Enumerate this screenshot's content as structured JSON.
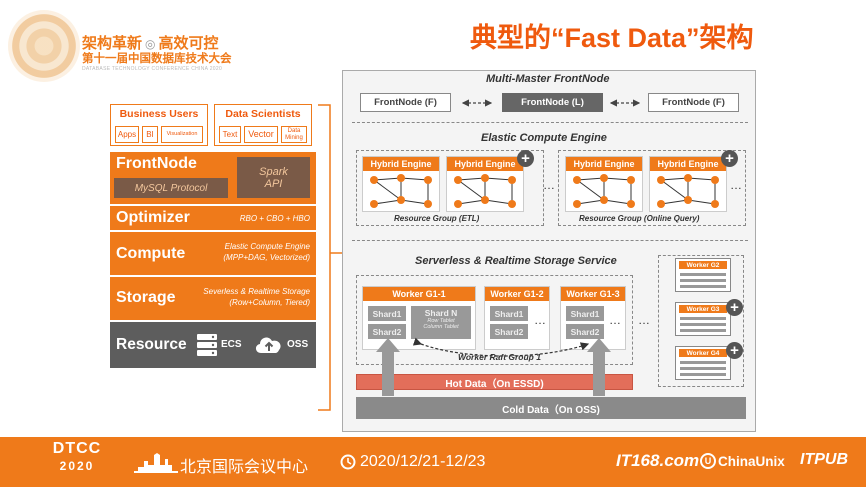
{
  "header": {
    "conf_slogan_a": "架构革新",
    "conf_slogan_b": "高效可控",
    "conf_name": "第十一届中国数据库技术大会",
    "conf_name_en": "DATABASE TECHNOLOGY CONFERENCE CHINA 2020",
    "title": "典型的“Fast Data”架构"
  },
  "stack": {
    "business_users": {
      "title": "Business Users",
      "items": [
        "Apps",
        "BI",
        "Visualization"
      ]
    },
    "data_scientists": {
      "title": "Data Scientists",
      "items": [
        "Text",
        "Vector",
        "Data Mining"
      ]
    },
    "frontnode": {
      "name": "FrontNode",
      "protocol": "MySQL Protocol",
      "spark": "Spark API"
    },
    "optimizer": {
      "name": "Optimizer",
      "desc": "RBO + CBO + HBO"
    },
    "compute": {
      "name": "Compute",
      "desc_line1": "Elastic Compute Engine",
      "desc_line2": "(MPP+DAG, Vectorized)"
    },
    "storage": {
      "name": "Storage",
      "desc_line1": "Severless & Realtime Storage",
      "desc_line2": "(Row+Column, Tiered)"
    },
    "resource": {
      "name": "Resource",
      "ecs": "ECS",
      "oss": "OSS"
    }
  },
  "architecture": {
    "frontnode_title": "Multi-Master FrontNode",
    "frontnodes": [
      "FrontNode (F)",
      "FrontNode (L)",
      "FrontNode (F)"
    ],
    "compute_title": "Elastic Compute Engine",
    "hybrid_engine_label": "Hybrid Engine",
    "groups": [
      "Resource Group (ETL)",
      "Resource Group (Online Query)"
    ],
    "ellipsis": "…",
    "storage_title": "Serverless & Realtime Storage Service",
    "workers": [
      "Worker G1-1",
      "Worker G1-2",
      "Worker G1-3"
    ],
    "shards": [
      "Shard1",
      "Shard2"
    ],
    "shard_n": "Shard N",
    "shard_n_sub1": "Row Tablet",
    "shard_n_sub2": "Column Tablet",
    "raft_group": "Worker Raft Group 1",
    "other_workers": [
      "Worker G2",
      "Worker G3",
      "Worker G4"
    ],
    "hot_data": "Hot Data（On ESSD)",
    "cold_data": "Cold Data（On OSS)"
  },
  "footer": {
    "logo_top": "DTCC",
    "logo_year": "2020",
    "venue": "北京国际会议中心",
    "date": "2020/12/21-12/23",
    "sponsor1": "IT168.com",
    "sponsor2": "ChinaUnix",
    "sponsor3": "ITPUB"
  },
  "colors": {
    "accent": "#ef7a1a",
    "title": "#ef5a0e",
    "brown": "#7a5a47",
    "hot": "#e36e5a",
    "cold": "#8a8a8a"
  }
}
